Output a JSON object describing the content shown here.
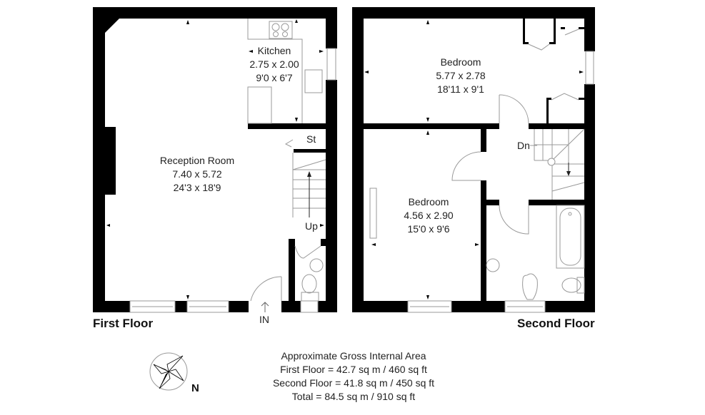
{
  "floors": [
    {
      "title": "First Floor",
      "rooms": [
        {
          "name": "Reception Room",
          "metric": "7.40 x 5.72",
          "imperial": "24'3 x 18'9"
        },
        {
          "name": "Kitchen",
          "metric": "2.75 x 2.00",
          "imperial": "9'0 x 6'7"
        }
      ],
      "labels": {
        "store": "St",
        "stairs": "Up",
        "entrance": "IN"
      }
    },
    {
      "title": "Second Floor",
      "rooms": [
        {
          "name": "Bedroom",
          "metric": "5.77 x 2.78",
          "imperial": "18'11 x 9'1"
        },
        {
          "name": "Bedroom",
          "metric": "4.56 x 2.90",
          "imperial": "15'0 x 9'6"
        }
      ],
      "labels": {
        "stairs": "Dn"
      }
    }
  ],
  "area": {
    "heading": "Approximate Gross Internal Area",
    "lines": [
      "First Floor = 42.7 sq m / 460 sq ft",
      "Second Floor = 41.8 sq m / 450 sq ft",
      "Total = 84.5 sq m / 910 sq ft"
    ]
  },
  "compass": {
    "label": "N"
  },
  "colors": {
    "wall": "#000000",
    "fixture": "#8a8a8a",
    "background": "#ffffff"
  }
}
